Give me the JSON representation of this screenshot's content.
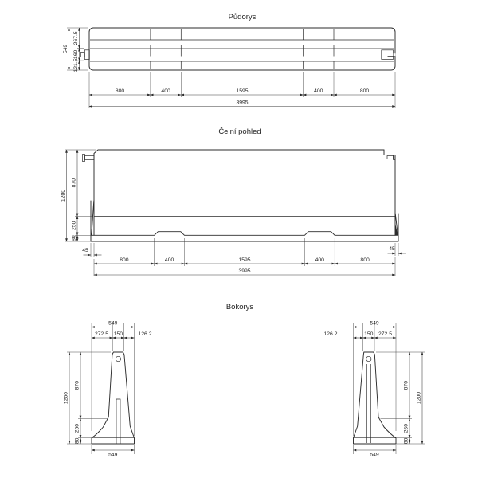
{
  "drawing": {
    "titles": {
      "plan": "Půdorys",
      "front": "Čelní pohled",
      "side": "Bokorys"
    },
    "plan": {
      "dim_height_total": "549",
      "dim_height_segments": [
        "267.5",
        "160",
        "121.5"
      ],
      "dim_bottom_segments": [
        "800",
        "400",
        "1595",
        "400",
        "800"
      ],
      "dim_length_total": "3995"
    },
    "front": {
      "dim_height_total": "1200",
      "dim_height_segments": [
        "870",
        "250",
        "80"
      ],
      "dim_end_left": "45",
      "dim_end_right": "45",
      "dim_bottom_segments": [
        "800",
        "400",
        "1595",
        "400",
        "800"
      ],
      "dim_length_total": "3995"
    },
    "side_left": {
      "dim_top_total": "549",
      "dim_top_segments": [
        "272.5",
        "150",
        "126.2"
      ],
      "dim_height_total": "1200",
      "dim_height_segments": [
        "870",
        "250",
        "80"
      ],
      "dim_bottom_total": "549"
    },
    "side_right": {
      "dim_top_total": "549",
      "dim_top_segments": [
        "126.2",
        "150",
        "272.5"
      ],
      "dim_height_total": "1200",
      "dim_height_segments": [
        "870",
        "250",
        "80"
      ],
      "dim_bottom_total": "549"
    },
    "colors": {
      "line": "#2b2b2b",
      "background": "#ffffff"
    }
  }
}
